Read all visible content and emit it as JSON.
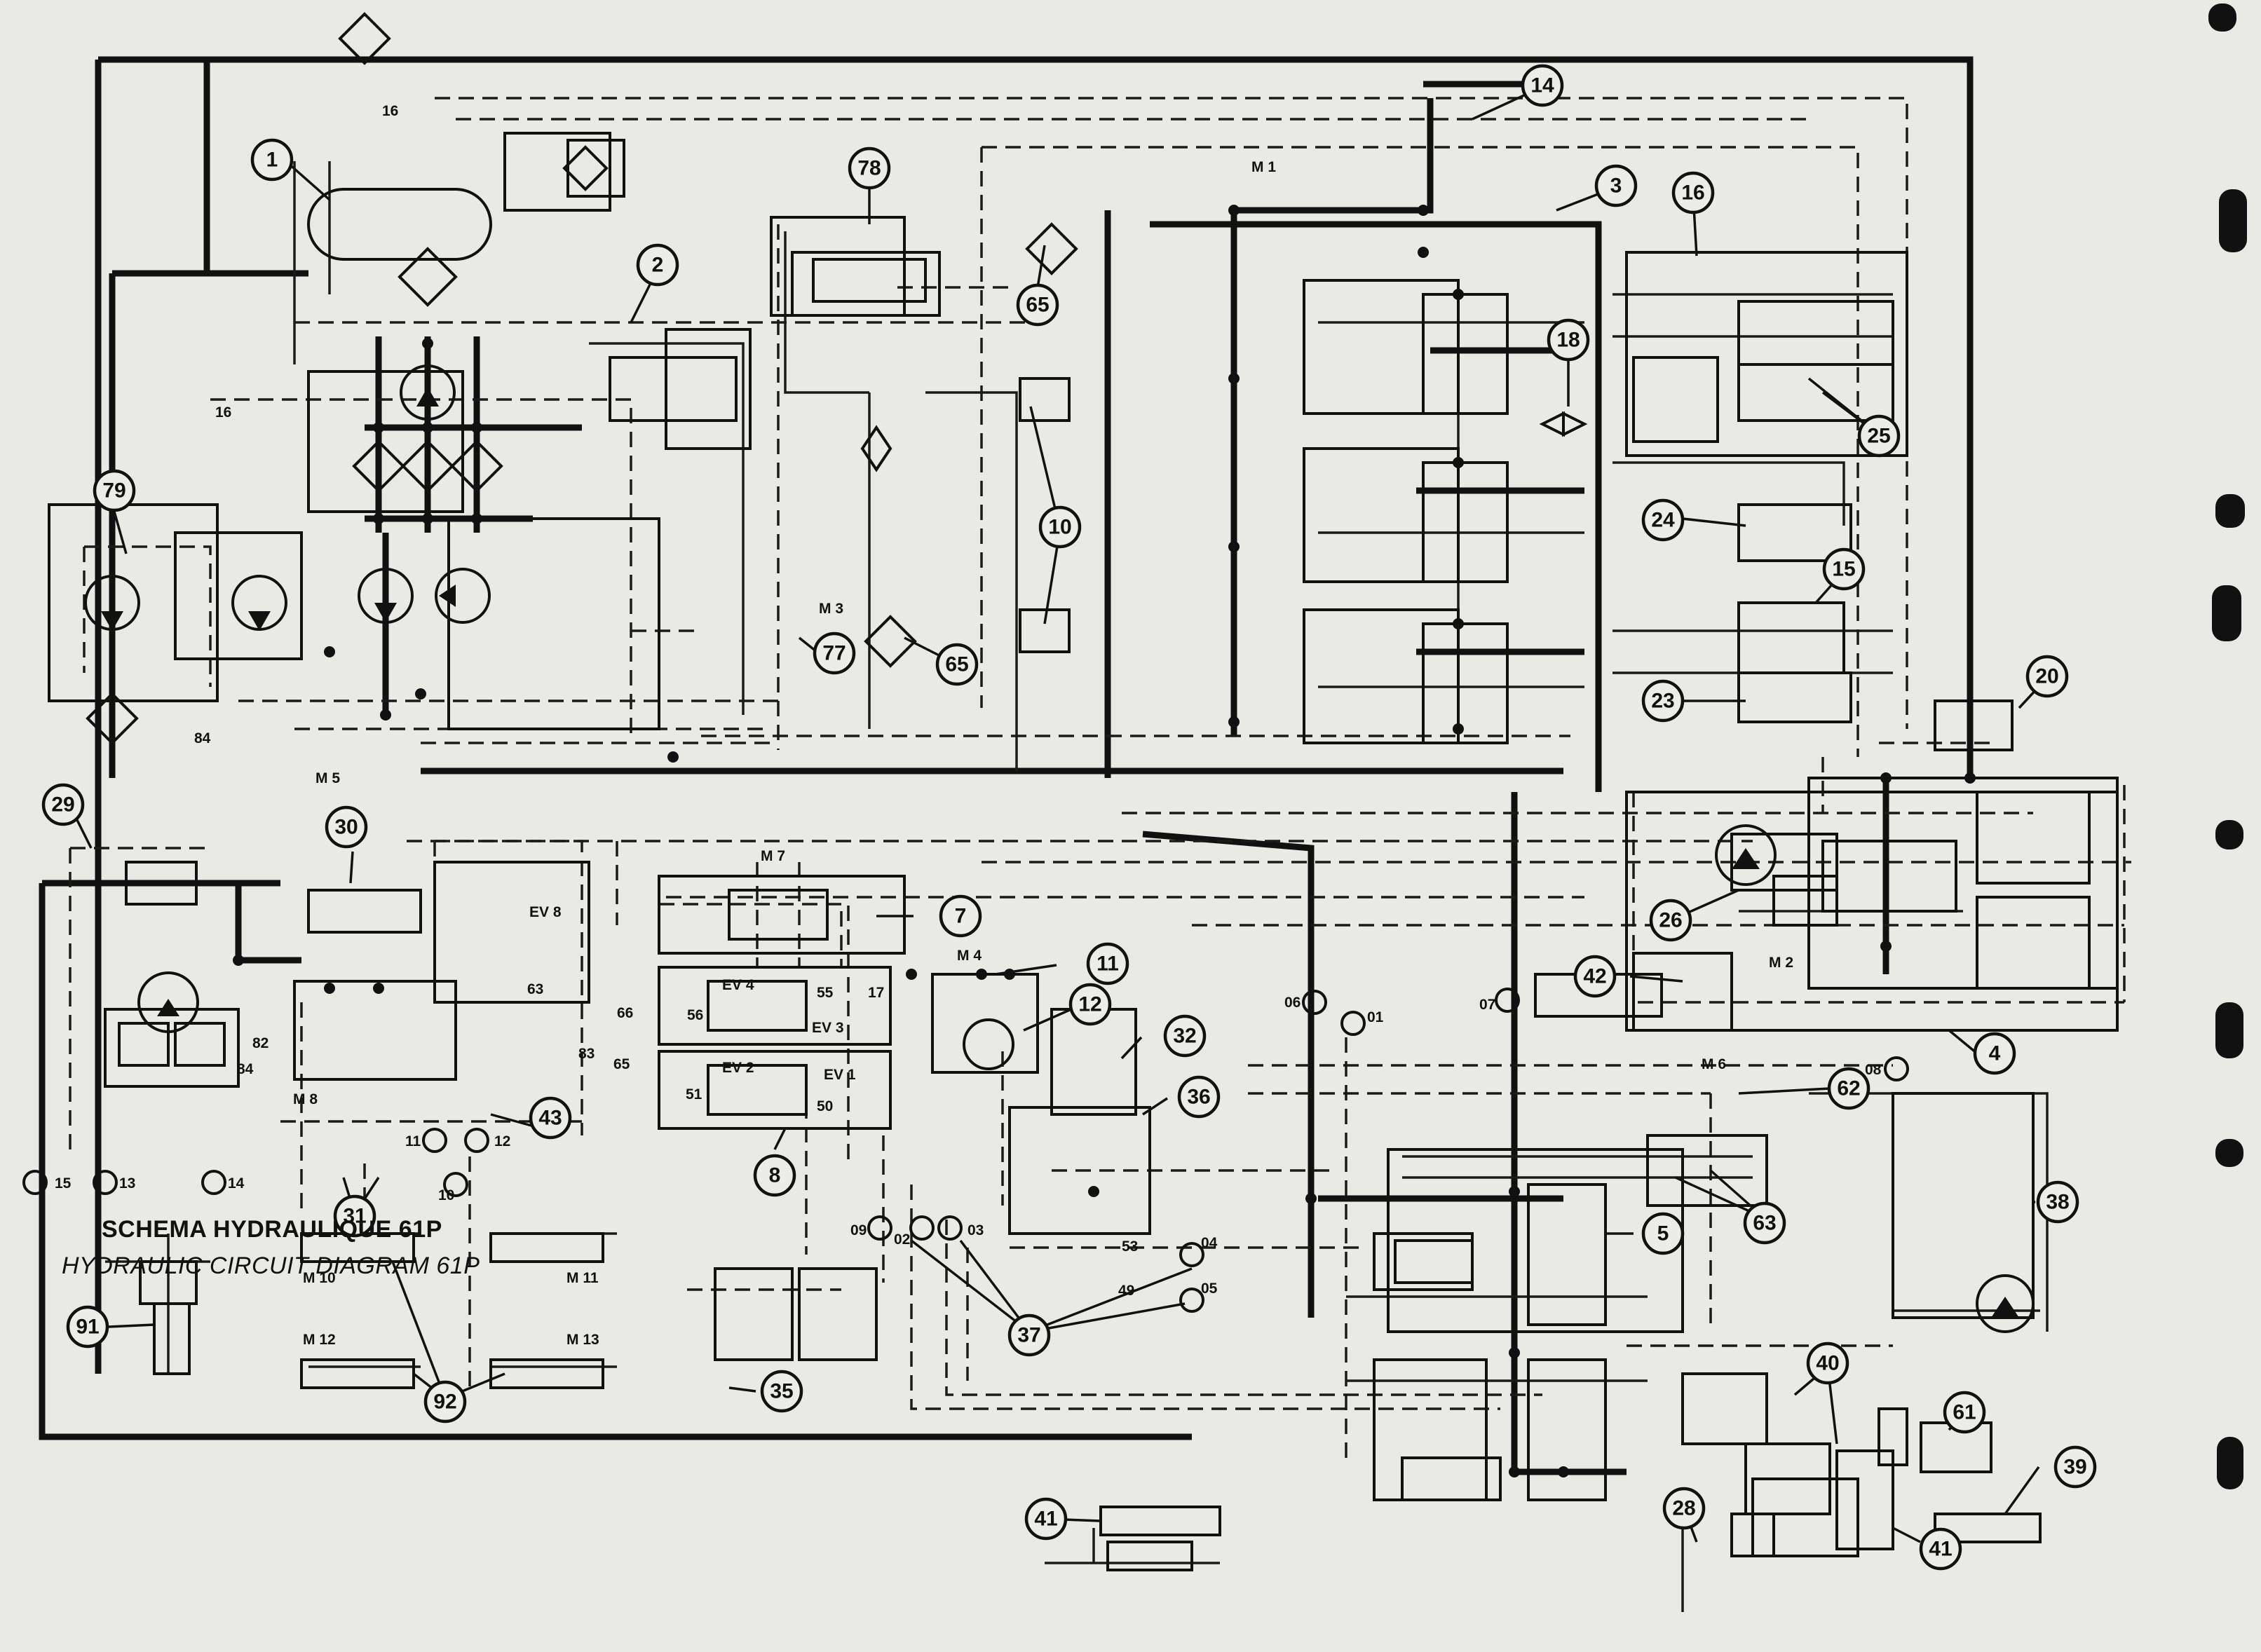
{
  "title_fr": "SCHEMA HYDRAULIQUE 61P",
  "title_en": "HYDRAULIC CIRCUIT DIAGRAM 61P",
  "callouts": [
    {
      "label": "1"
    },
    {
      "label": "2"
    },
    {
      "label": "3"
    },
    {
      "label": "14"
    },
    {
      "label": "16"
    },
    {
      "label": "18"
    },
    {
      "label": "25"
    },
    {
      "label": "24"
    },
    {
      "label": "15"
    },
    {
      "label": "23"
    },
    {
      "label": "20"
    },
    {
      "label": "78"
    },
    {
      "label": "65"
    },
    {
      "label": "10"
    },
    {
      "label": "79"
    },
    {
      "label": "77"
    },
    {
      "label": "65"
    },
    {
      "label": "26"
    },
    {
      "label": "42"
    },
    {
      "label": "4"
    },
    {
      "label": "29"
    },
    {
      "label": "30"
    },
    {
      "label": "7"
    },
    {
      "label": "11"
    },
    {
      "label": "12"
    },
    {
      "label": "32"
    },
    {
      "label": "31"
    },
    {
      "label": "43"
    },
    {
      "label": "8"
    },
    {
      "label": "36"
    },
    {
      "label": "62"
    },
    {
      "label": "63"
    },
    {
      "label": "5"
    },
    {
      "label": "38"
    },
    {
      "label": "91"
    },
    {
      "label": "92"
    },
    {
      "label": "35"
    },
    {
      "label": "37"
    },
    {
      "label": "40"
    },
    {
      "label": "61"
    },
    {
      "label": "39"
    },
    {
      "label": "41"
    },
    {
      "label": "28"
    },
    {
      "label": "41"
    }
  ],
  "ports": [
    {
      "label": "M 1"
    },
    {
      "label": "M 2"
    },
    {
      "label": "M 3"
    },
    {
      "label": "M 4"
    },
    {
      "label": "M 5"
    },
    {
      "label": "M 6"
    },
    {
      "label": "M 7"
    },
    {
      "label": "M 8"
    },
    {
      "label": "M 10"
    },
    {
      "label": "M 11"
    },
    {
      "label": "M 12"
    },
    {
      "label": "M 13"
    },
    {
      "label": "EV 4"
    },
    {
      "label": "EV 3"
    },
    {
      "label": "EV 2"
    },
    {
      "label": "EV 1"
    },
    {
      "label": "EV 8"
    },
    {
      "label": "16"
    },
    {
      "label": "16"
    },
    {
      "label": "84"
    },
    {
      "label": "82"
    },
    {
      "label": "84"
    },
    {
      "label": "83"
    },
    {
      "label": "66"
    },
    {
      "label": "65"
    },
    {
      "label": "63"
    },
    {
      "label": "56"
    },
    {
      "label": "55"
    },
    {
      "label": "17"
    },
    {
      "label": "51"
    },
    {
      "label": "50"
    },
    {
      "label": "53"
    },
    {
      "label": "49"
    },
    {
      "label": "15"
    },
    {
      "label": "13"
    },
    {
      "label": "14"
    },
    {
      "label": "11"
    },
    {
      "label": "12"
    },
    {
      "label": "10"
    },
    {
      "label": "09"
    },
    {
      "label": "02"
    },
    {
      "label": "03"
    },
    {
      "label": "04"
    },
    {
      "label": "05"
    },
    {
      "label": "06"
    },
    {
      "label": "01"
    },
    {
      "label": "07"
    },
    {
      "label": "08"
    }
  ]
}
